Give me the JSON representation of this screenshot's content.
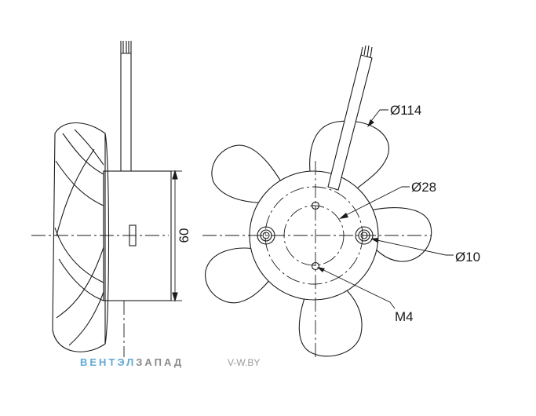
{
  "labels": {
    "dia_outer": "Ø114",
    "dia_hub": "Ø28",
    "dia_hole": "Ø10",
    "thread": "M4",
    "height": "60"
  },
  "watermark": {
    "brand_part1": "ВЕНТЭЛ",
    "brand_part2": "ЗАПАД",
    "url": "V-W.BY"
  },
  "colors": {
    "line": "#1a1a1a",
    "brand_blue": "#5fa8d3",
    "brand_grey": "#9a9a9a"
  }
}
